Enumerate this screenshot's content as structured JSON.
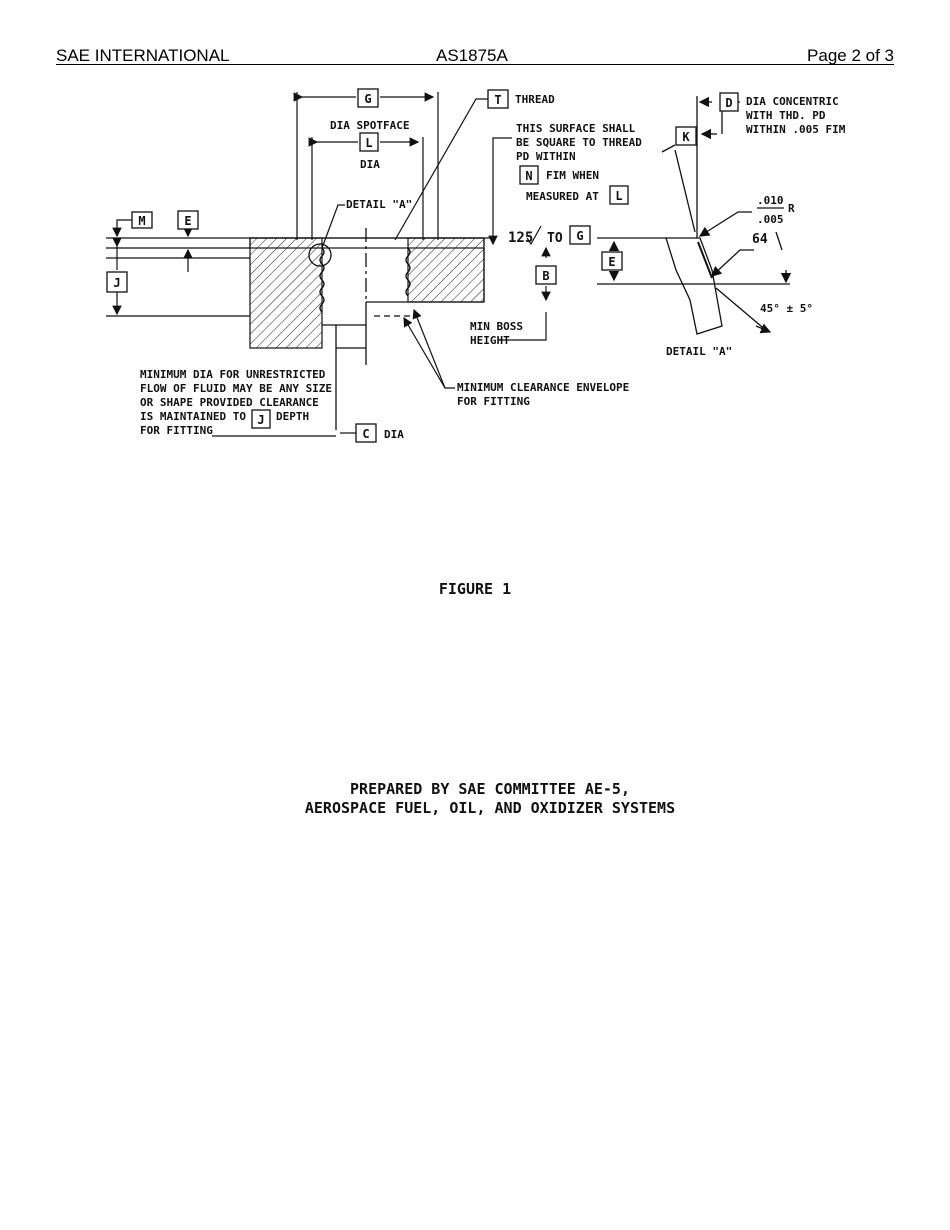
{
  "header": {
    "org": "SAE INTERNATIONAL",
    "doc_number": "AS1875A",
    "page": "Page 2 of 3"
  },
  "figure": {
    "title": "FIGURE 1",
    "boxes": {
      "G": "G",
      "L": "L",
      "T": "T",
      "M": "M",
      "E": "E",
      "J": "J",
      "B": "B",
      "N": "N",
      "C": "C",
      "K": "K",
      "D": "D"
    },
    "labels": {
      "dia_spotface": "DIA SPOTFACE",
      "dia": "DIA",
      "thread": "THREAD",
      "surface_1": "THIS SURFACE SHALL",
      "surface_2": "BE SQUARE TO THREAD",
      "surface_3": "PD WITHIN",
      "fim_when": "FIM WHEN",
      "measured_at": "MEASURED AT",
      "detail_a": "DETAIL \"A\"",
      "finish": "125",
      "to": "TO",
      "min_boss_1": "MIN BOSS",
      "min_boss_2": "HEIGHT",
      "min_dia_1": "MINIMUM DIA FOR UNRESTRICTED",
      "min_dia_2": "FLOW OF FLUID MAY BE ANY SIZE",
      "min_dia_3": "OR SHAPE PROVIDED CLEARANCE",
      "min_dia_4": "IS MAINTAINED TO",
      "min_dia_4b": "DEPTH",
      "min_dia_5": "FOR FITTING",
      "c_dia": "DIA",
      "envelope_1": "MINIMUM CLEARANCE ENVELOPE",
      "envelope_2": "FOR FITTING",
      "concentric_1": "DIA CONCENTRIC",
      "concentric_2": "WITH THD. PD",
      "concentric_3": "WITHIN .005 FIM",
      "radius_top": ".010",
      "radius_bottom": ".005",
      "radius_r": "R",
      "finish_64": "64",
      "angle": "45° ± 5°",
      "detail_a_caption": "DETAIL \"A\""
    }
  },
  "prepared_by": {
    "line1": "PREPARED BY SAE COMMITTEE AE-5,",
    "line2": "AEROSPACE FUEL, OIL, AND OXIDIZER SYSTEMS"
  }
}
